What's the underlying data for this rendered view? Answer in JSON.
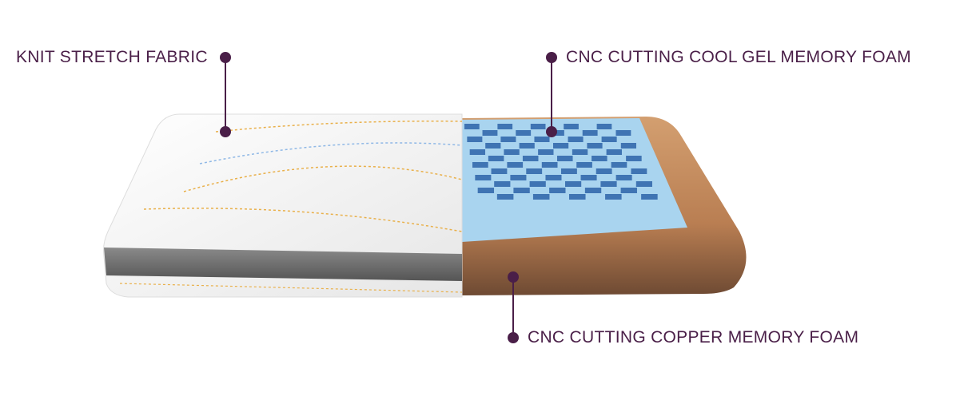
{
  "labels": {
    "fabric": "KNIT STRETCH FABRIC",
    "gel_foam": "CNC CUTTING COOL GEL MEMORY FOAM",
    "copper_foam": "CNC CUTTING COPPER MEMORY FOAM"
  },
  "colors": {
    "label": "#4a1f48",
    "gel": "#a9d4ef",
    "gel_cut": "#3f74b3",
    "copper": "#c08558",
    "fabric": "#f4f4f4",
    "band": "#6f6f6f"
  }
}
